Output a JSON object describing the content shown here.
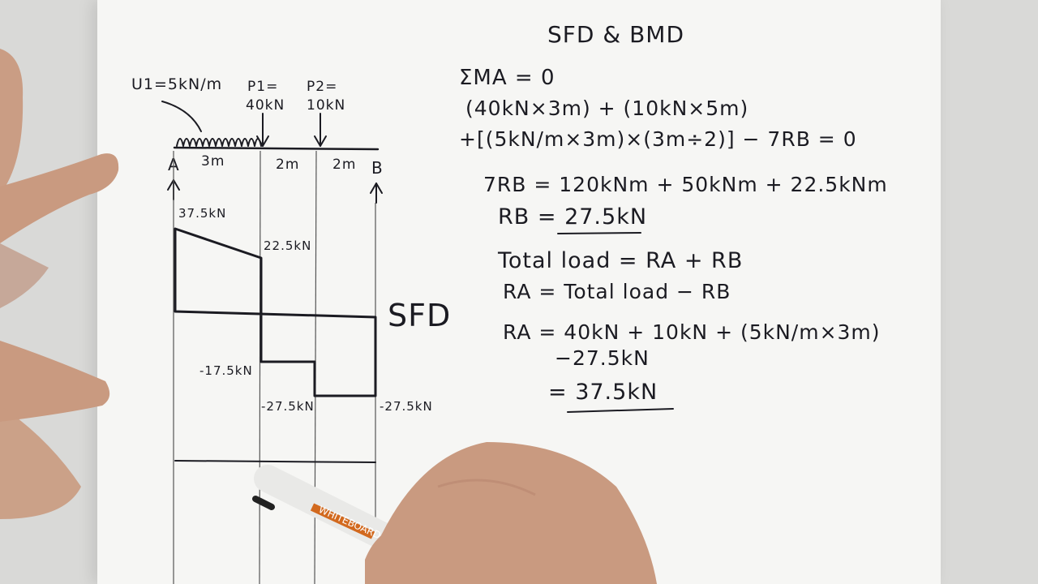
{
  "title": "SFD & BMD",
  "beam": {
    "udl_label": "U1=5kN/m",
    "p1_label_1": "P1=",
    "p1_label_2": "40kN",
    "p2_label_1": "P2=",
    "p2_label_2": "10kN",
    "support_a": "A",
    "support_b": "B",
    "span_1": "3m",
    "span_2": "2m",
    "span_3": "2m"
  },
  "sfd": {
    "label": "SFD",
    "v_a": "37.5kN",
    "v_p1_left": "22.5kN",
    "v_p1_right": "-17.5kN",
    "v_p2_right": "-27.5kN",
    "v_b": "-27.5kN"
  },
  "calc": {
    "line1": "ΣMA = 0",
    "line2": "(40kN×3m) + (10kN×5m)",
    "line3": "+[(5kN/m×3m)×(3m÷2)] − 7RB = 0",
    "line4": "7RB = 120kNm + 50kNm + 22.5kNm",
    "line5": "RB = 27.5kN",
    "line6": "Total load = RA + RB",
    "line7": "RA = Total load − RB",
    "line8": "RA = 40kN + 10kN + (5kN/m×3m)",
    "line9": "−27.5kN",
    "line10": "= 37.5kN"
  },
  "marker_text": "WHITEBOARD"
}
